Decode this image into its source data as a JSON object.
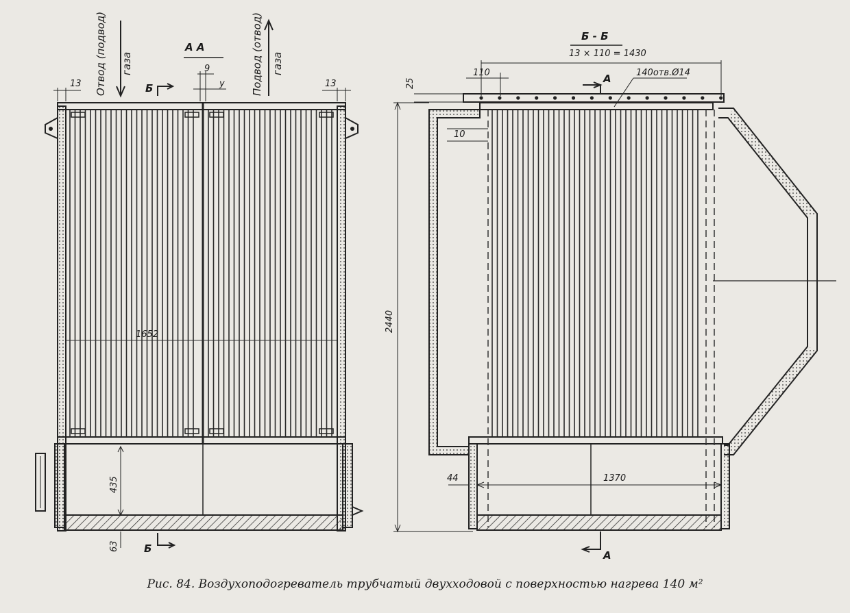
{
  "caption": "Рис. 84. Воздухоподогреватель трубчатый двухходовой с поверхностью нагрева 140 м²",
  "left_view": {
    "gas_out_label": "Отвод (подвод)",
    "gas_out_word": "газа",
    "gas_in_label": "Подвод (отвод)",
    "gas_in_word": "газа",
    "section_aa": "А  А",
    "section_b_top": "Б",
    "section_b_bottom": "Б",
    "dim_13_left": "13",
    "dim_13_right": "13",
    "dim_9": "9",
    "dim_y": "у",
    "dim_1652": "1652",
    "dim_435": "435",
    "dim_63": "63"
  },
  "right_view": {
    "section_bb": "Б - Б",
    "dim_pitch": "13 × 110 = 1430",
    "dim_110": "110",
    "dim_25": "25",
    "dim_10": "10",
    "holes": "140отв.Ø14",
    "dim_2440": "2440",
    "dim_1370": "1370",
    "dim_44": "44",
    "section_a_top": "А",
    "section_a_bottom": "А"
  }
}
